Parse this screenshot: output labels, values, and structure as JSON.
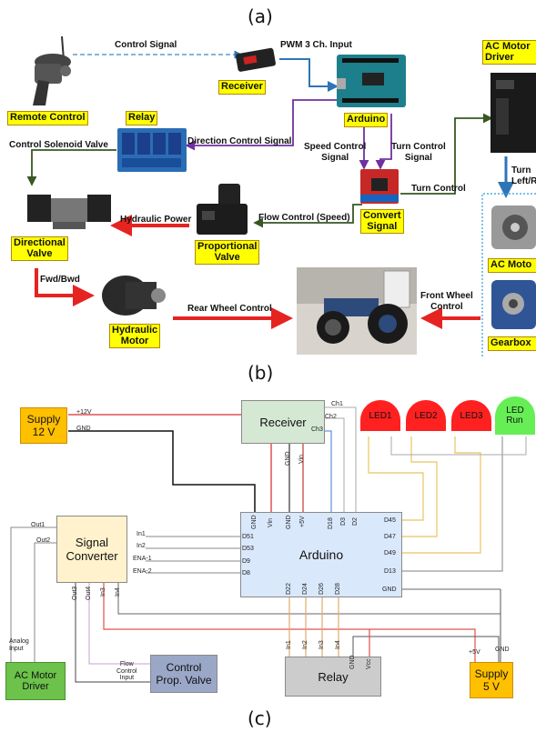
{
  "panels": {
    "a": "(a)",
    "b": "(b)",
    "c": "(c)"
  },
  "top": {
    "labels": {
      "remote_control": "Remote Control",
      "receiver": "Receiver",
      "arduino": "Arduino",
      "relay": "Relay",
      "ac_motor_driver": "AC Motor\nDriver",
      "convert_signal": "Convert\nSignal",
      "directional_valve": "Directional\nValve",
      "proportional_valve": "Proportional\nValve",
      "hydraulic_motor": "Hydraulic\nMotor",
      "ac_motor": "AC Moto",
      "gearbox": "Gearbox"
    },
    "arrows": {
      "control_signal": "Control Signal",
      "pwm_input": "PWM 3 Ch. Input",
      "control_solenoid_valve": "Control Solenoid Valve",
      "direction_control_signal": "Direction Control Signal",
      "speed_control_signal": "Speed Control\nSignal",
      "turn_control_signal": "Turn Control\nSignal",
      "turn_control": "Turn Control",
      "turn_left_right": "Turn\nLeft/Ri",
      "hydraulic_power": "Hydraulic Power",
      "flow_control_speed": "Flow Control (Speed)",
      "fwd_bwd": "Fwd/Bwd",
      "rear_wheel_control": "Rear Wheel Control",
      "front_wheel_control": "Front Wheel\nControl"
    }
  },
  "bottom": {
    "supply12": "Supply\n12 V",
    "supply5": "Supply\n5 V",
    "receiver": "Receiver",
    "arduino": "Arduino",
    "signal_converter": "Signal\nConverter",
    "relay": "Relay",
    "ac_motor_driver": "AC Motor\nDriver",
    "control_prop_valve": "Control\nProp. Valve",
    "leds": [
      "LED1",
      "LED2",
      "LED3",
      "LED\nRun"
    ],
    "pins": {
      "plus12": "+12V",
      "gnd": "GND",
      "ch1": "Ch1",
      "ch2": "Ch2",
      "ch3": "Ch3",
      "rx_gnd": "GND",
      "rx_vin": "Vin",
      "ard_top": [
        "GND",
        "Vin",
        "GND",
        "+5V",
        "D18",
        "D3",
        "D2"
      ],
      "ard_left": [
        "D51",
        "D53",
        "D9",
        "D8"
      ],
      "ard_right": [
        "D45",
        "D47",
        "D49",
        "D13",
        "GND"
      ],
      "ard_bottom": [
        "D22",
        "D24",
        "D26",
        "D28"
      ],
      "sc_right": [
        "In1",
        "In2",
        "ENA-1",
        "ENA-2"
      ],
      "sc_left": [
        "Out1",
        "Out2"
      ],
      "sc_bottom": [
        "Out3",
        "Out4",
        "In3",
        "In4"
      ],
      "relay_top": [
        "In1",
        "In2",
        "In3",
        "In4",
        "GND",
        "Vcc"
      ],
      "analog_input": "Analog\nInput",
      "flow_control_input": "Flow\nControl\nInput",
      "plus5": "+5V",
      "gnd5": "GND"
    }
  },
  "colors": {
    "label_fill": "#ffff00",
    "arrow_red": "#e52421",
    "arrow_blue": "#2e75b6",
    "arrow_purple": "#7030a0",
    "arrow_green": "#385723",
    "dashed_blue": "#5b9bd5"
  }
}
